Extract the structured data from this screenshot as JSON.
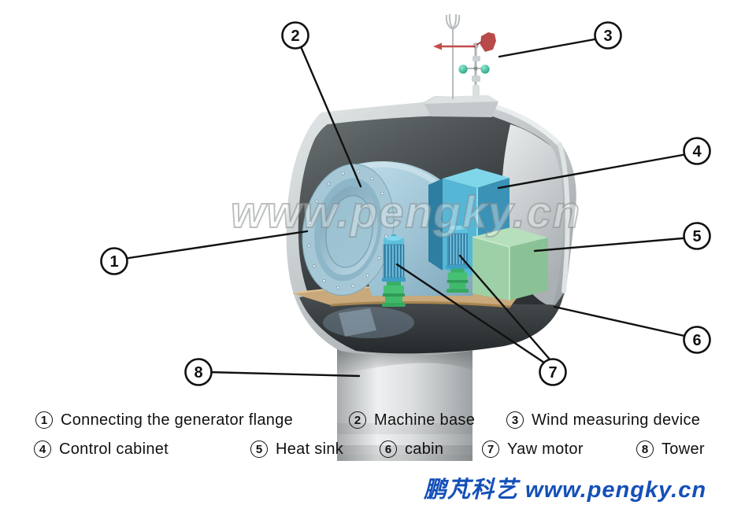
{
  "watermark": {
    "text": "www.pengky.cn"
  },
  "footer": {
    "text": "鹏芃科艺 www.pengky.cn",
    "color": "#1550b8"
  },
  "callouts": [
    {
      "num": "1"
    },
    {
      "num": "2"
    },
    {
      "num": "3"
    },
    {
      "num": "4"
    },
    {
      "num": "5"
    },
    {
      "num": "6"
    },
    {
      "num": "7"
    },
    {
      "num": "8"
    }
  ],
  "legend": {
    "items": [
      {
        "num": "1",
        "label": "Connecting the generator flange"
      },
      {
        "num": "2",
        "label": "Machine base"
      },
      {
        "num": "3",
        "label": "Wind measuring device"
      },
      {
        "num": "4",
        "label": "Control cabinet"
      },
      {
        "num": "5",
        "label": "Heat sink"
      },
      {
        "num": "6",
        "label": "cabin"
      },
      {
        "num": "7",
        "label": "Yaw motor"
      },
      {
        "num": "8",
        "label": "Tower"
      }
    ]
  },
  "colors": {
    "footer_blue": "#1550b8",
    "cabinet_blue": "#4aa6c8",
    "heatsink_green": "#9ccfa4",
    "floor_tan": "#c9a97c",
    "vane_red": "#b84a4a"
  }
}
